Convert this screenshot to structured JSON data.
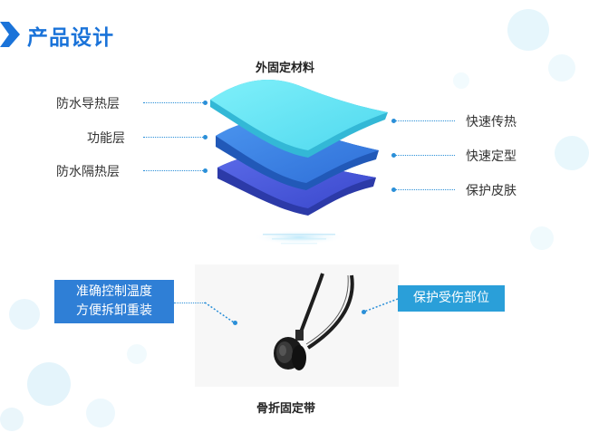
{
  "header": {
    "title": "产品设计"
  },
  "layers": {
    "caption": "外固定材料",
    "left_labels": [
      "防水导热层",
      "功能层",
      "防水隔热层"
    ],
    "right_labels": [
      "快速传热",
      "快速定型",
      "保护皮肤"
    ]
  },
  "strap": {
    "caption": "骨折固定带",
    "left_box": {
      "line1": "准确控制温度",
      "line2": "方便拆卸重装"
    },
    "right_box": "保护受伤部位"
  },
  "colors": {
    "accent": "#1a73d9",
    "top_layer": "#6fe8f5",
    "middle_layer": "#3d86e8",
    "bottom_layer": "#4e5fe0",
    "leader_lines": "#2a8fd8"
  }
}
